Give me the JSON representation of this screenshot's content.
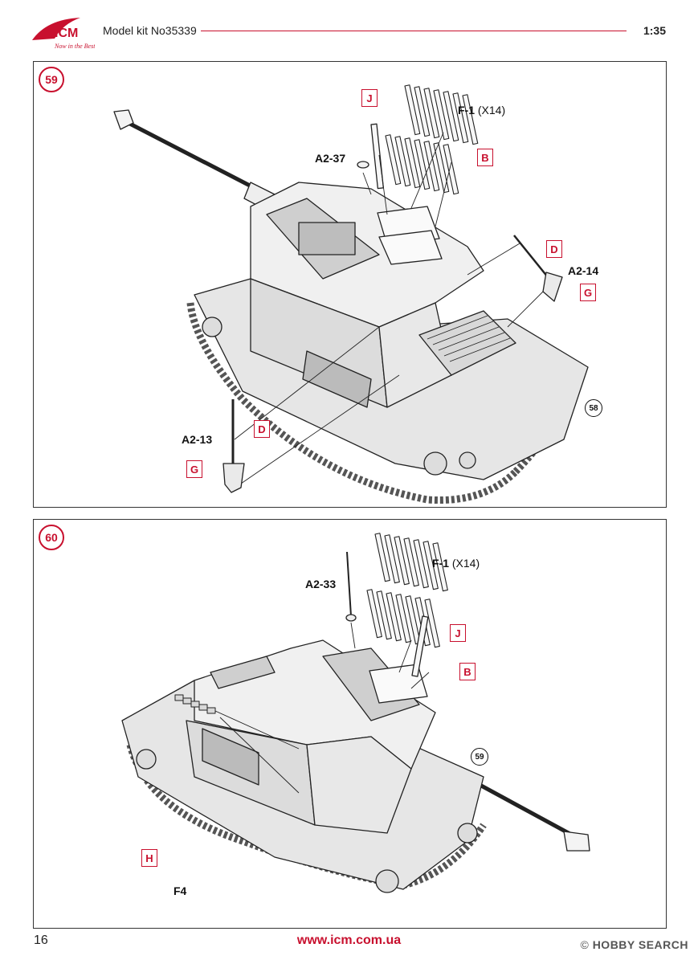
{
  "header": {
    "brand": "ICM",
    "tagline": "Now in the Best",
    "kit_title": "Model kit No35339",
    "scale": "1:35"
  },
  "steps": [
    {
      "number": "59",
      "parts": [
        {
          "code": "F-1",
          "qty": "(X14)"
        },
        {
          "code": "A2-37"
        },
        {
          "code": "A2-14"
        },
        {
          "code": "A2-13"
        }
      ],
      "sprues": [
        "J",
        "B",
        "D",
        "G",
        "D",
        "G"
      ],
      "reference_step": "58"
    },
    {
      "number": "60",
      "parts": [
        {
          "code": "F-1",
          "qty": "(X14)"
        },
        {
          "code": "A2-33"
        },
        {
          "code": "F4"
        }
      ],
      "sprues": [
        "J",
        "B",
        "H"
      ],
      "reference_step": "59"
    }
  ],
  "footer": {
    "page_number": "16",
    "url": "www.icm.com.ua",
    "watermark_symbol": "©",
    "watermark_brand": "HOBBY SEARCH"
  },
  "colors": {
    "accent": "#c8102e",
    "line": "#222222",
    "vehicle_fill": "#e6e6e6"
  }
}
